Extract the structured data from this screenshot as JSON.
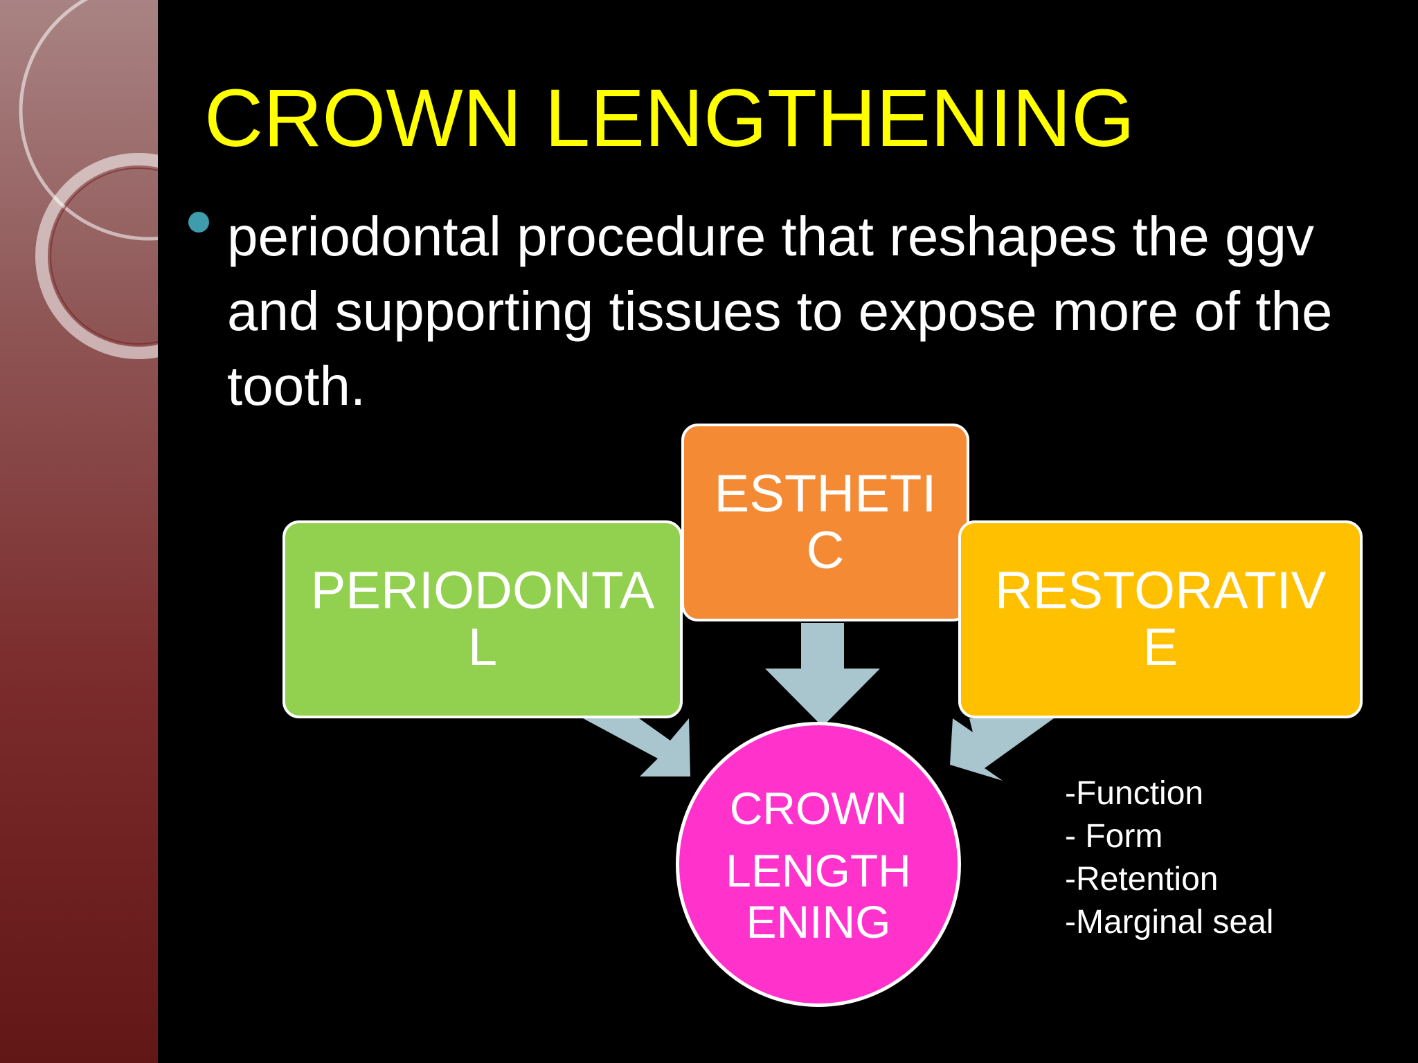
{
  "slide": {
    "title": "CROWN LENGTHENING",
    "bullet": "periodontal procedure that reshapes the ggv and supporting tissues to expose more of the tooth."
  },
  "diagram": {
    "nodes": {
      "periodontal": "PERIODONTAL",
      "esthetic": "ESTHETIC",
      "restorative": "RESTORATIVE"
    },
    "center": {
      "line1": "CROWN",
      "line2": "LENGTHENING"
    },
    "notes": [
      "-Function",
      "- Form",
      "-Retention",
      "-Marginal seal"
    ]
  },
  "colors": {
    "background": "#000000",
    "title": "#ffff00",
    "bullet_dot": "#3f9cad",
    "periodontal": "#92d050",
    "esthetic": "#f58a35",
    "restorative": "#ffc000",
    "center": "#ff33cc",
    "arrow": "#a9c6cf"
  }
}
